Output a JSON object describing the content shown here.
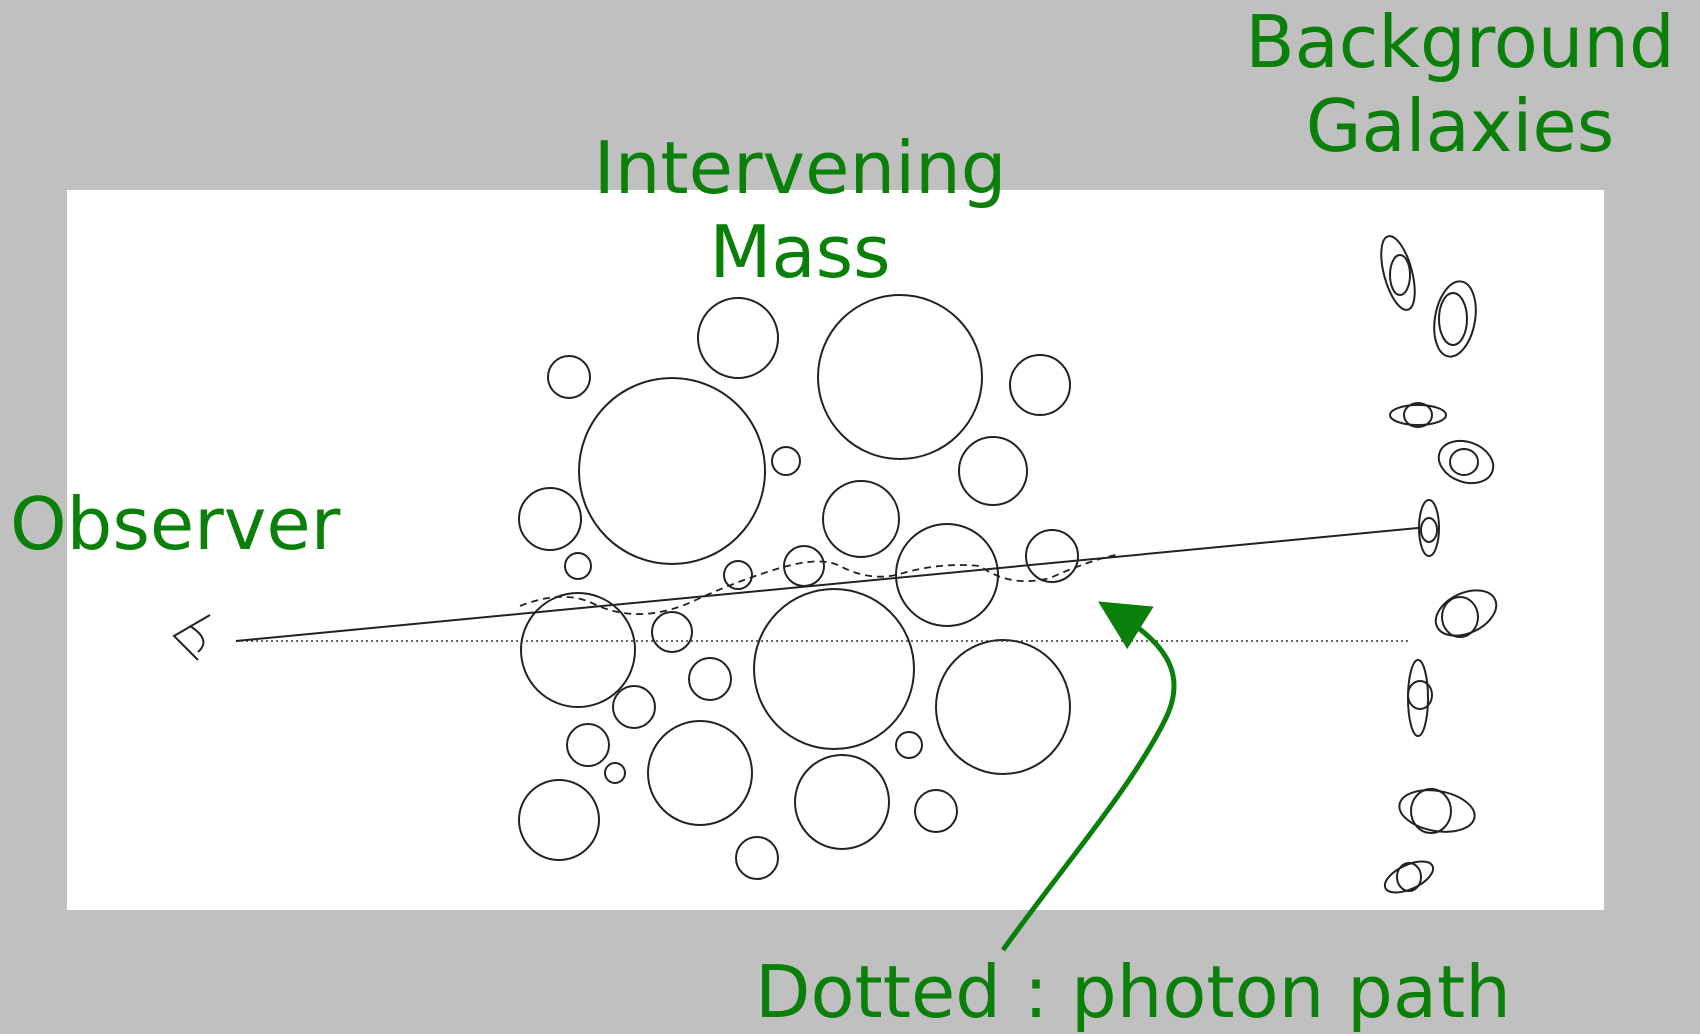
{
  "labels": {
    "background_line1": "Background",
    "background_line2": "Galaxies",
    "mass_line1": "Intervening",
    "mass_line2": "Mass",
    "observer": "Observer",
    "photon_path": "Dotted : photon path"
  },
  "colors": {
    "label_green": "#0a7f0a",
    "background_gray": "#c0c0c0",
    "panel_white": "#ffffff",
    "ink": "#222222"
  },
  "icons": {
    "observer": "eye-icon"
  }
}
